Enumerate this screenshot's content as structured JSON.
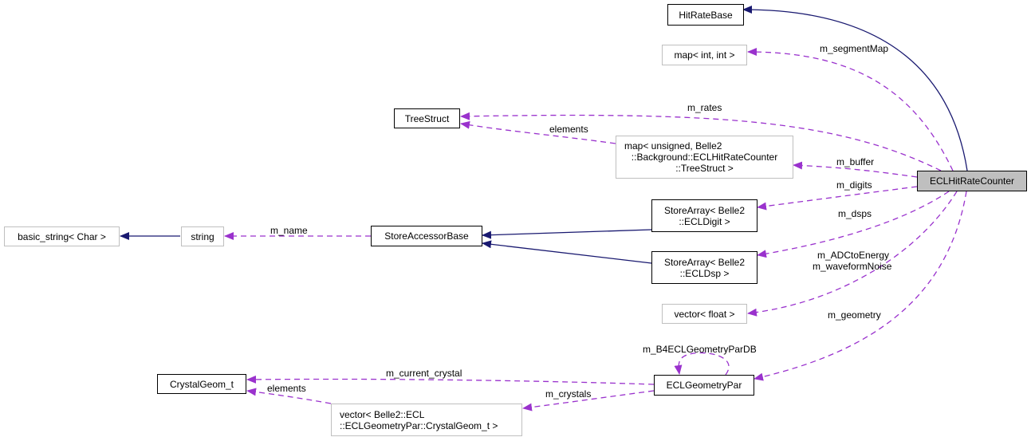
{
  "diagram": {
    "type": "collaboration-graph",
    "colors": {
      "inheritance_edge": "#191970",
      "usage_edge": "#9a32cd",
      "focus_fill": "#bfbfbf",
      "documented_border": "#000000",
      "external_border": "#bfbfbf"
    },
    "nodes": {
      "hitratebase": {
        "lines": [
          "HitRateBase"
        ]
      },
      "map_int_int": {
        "lines": [
          "map< int, int >"
        ]
      },
      "treestruct": {
        "lines": [
          "TreeStruct"
        ]
      },
      "map_unsigned": {
        "lines": [
          "map< unsigned, Belle2",
          "::Background::ECLHitRateCounter",
          "::TreeStruct >"
        ]
      },
      "eclhitratecounter": {
        "lines": [
          "ECLHitRateCounter"
        ]
      },
      "basic_string": {
        "lines": [
          "basic_string< Char >"
        ]
      },
      "string": {
        "lines": [
          "string"
        ]
      },
      "storeaccessorbase": {
        "lines": [
          "StoreAccessorBase"
        ]
      },
      "storearray_ecldigit": {
        "lines": [
          "StoreArray< Belle2",
          "::ECLDigit >"
        ]
      },
      "storearray_ecldsp": {
        "lines": [
          "StoreArray< Belle2",
          "::ECLDsp >"
        ]
      },
      "vector_float": {
        "lines": [
          "vector< float >"
        ]
      },
      "crystalgeom_t": {
        "lines": [
          "CrystalGeom_t"
        ]
      },
      "eclgeometrypar": {
        "lines": [
          "ECLGeometryPar"
        ]
      },
      "vector_crystalgeom": {
        "lines": [
          "vector< Belle2::ECL",
          "::ECLGeometryPar::CrystalGeom_t >"
        ]
      }
    },
    "edge_labels": {
      "m_segmentMap": "m_segmentMap",
      "m_rates": "m_rates",
      "elements_tree": "elements",
      "m_buffer": "m_buffer",
      "m_digits": "m_digits",
      "m_dsps": "m_dsps",
      "m_adc": "m_ADCtoEnergy",
      "m_noise": "m_waveformNoise",
      "m_geometry": "m_geometry",
      "m_name": "m_name",
      "m_b4": "m_B4ECLGeometryParDB",
      "m_current_crystal": "m_current_crystal",
      "elements_crystal": "elements",
      "m_crystals": "m_crystals"
    }
  }
}
